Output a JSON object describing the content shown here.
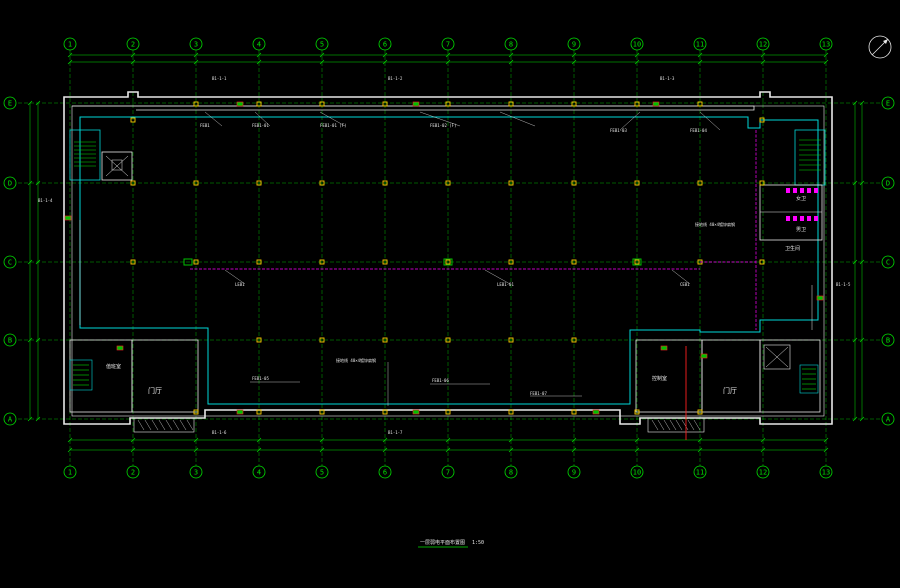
{
  "drawing": {
    "title": "一层弱电平面布置图",
    "scale": "1:50",
    "colors": {
      "background": "#000000",
      "axis": "#00e000",
      "wall": "#e8e8e8",
      "cyan": "#00d8d8",
      "device": "#ffd000",
      "magenta": "#ff00ff",
      "red": "#ff2020",
      "text": "#e8e8e8"
    },
    "column_axes": [
      "1",
      "2",
      "3",
      "4",
      "5",
      "6",
      "7",
      "8",
      "9",
      "10",
      "11",
      "12",
      "13"
    ],
    "row_axes": [
      "E",
      "D",
      "C",
      "B",
      "A"
    ],
    "room_labels": {
      "hall_left": "门厅",
      "duty_room": "值班室",
      "hall_right": "门厅",
      "control_room": "控制室",
      "restroom": "卫生间",
      "toilet_f": "女卫",
      "toilet_m": "男卫"
    },
    "cable_tags_top": [
      "FEB1",
      "FEB1-01",
      "FEB1-01 (F)",
      "FEB1-02 (F)",
      "FEB1-03",
      "FEB1-04"
    ],
    "cable_tags_mid": [
      "LEB1",
      "LEB1-01",
      "CEB1"
    ],
    "cable_tags_bottom": [
      "FEB1-05",
      "FEB1-06",
      "FEB1-07"
    ],
    "box_tags": [
      "B1-1-1",
      "B1-1-2",
      "B1-1-3",
      "B1-1-4",
      "B1-1-5",
      "B1-1-6",
      "B1-1-7"
    ],
    "notes": [
      "接地线 40×4镀锌扁钢",
      "接地线 40×4镀锌扁钢"
    ]
  }
}
